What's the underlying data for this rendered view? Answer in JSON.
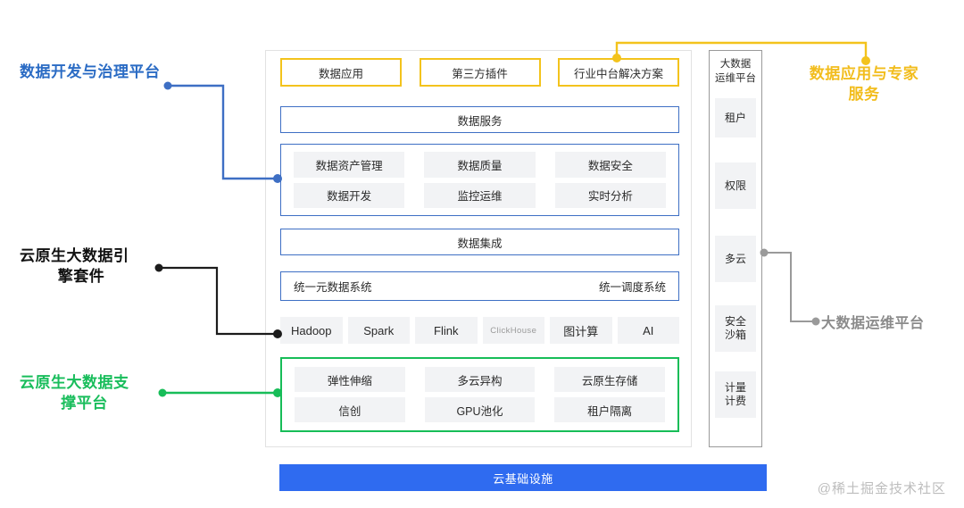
{
  "labels": {
    "dev_gov": "数据开发与治理平台",
    "engine_line1": "云原生大数据引",
    "engine_line2": "擎套件",
    "support_line1": "云原生大数据支",
    "support_line2": "撑平台",
    "apps_line1": "数据应用与专家",
    "apps_line2": "服务",
    "ops": "大数据运维平台"
  },
  "top_row": [
    {
      "label": "数据应用"
    },
    {
      "label": "第三方插件"
    },
    {
      "label": "行业中台解决方案"
    }
  ],
  "bars": {
    "data_service": "数据服务",
    "data_integration": "数据集成",
    "unified_left": "统一元数据系统",
    "unified_right": "统一调度系统"
  },
  "governance": [
    {
      "label": "数据资产管理"
    },
    {
      "label": "数据质量"
    },
    {
      "label": "数据安全"
    },
    {
      "label": "数据开发"
    },
    {
      "label": "监控运维"
    },
    {
      "label": "实时分析"
    }
  ],
  "engines": [
    {
      "label": "Hadoop",
      "muted": false
    },
    {
      "label": "Spark",
      "muted": false
    },
    {
      "label": "Flink",
      "muted": false
    },
    {
      "label": "ClickHouse",
      "muted": true
    },
    {
      "label": "图计算",
      "muted": false
    },
    {
      "label": "AI",
      "muted": false
    }
  ],
  "support": [
    {
      "label": "弹性伸缩"
    },
    {
      "label": "多云异构"
    },
    {
      "label": "云原生存储"
    },
    {
      "label": "信创"
    },
    {
      "label": "GPU池化"
    },
    {
      "label": "租户隔离"
    }
  ],
  "ops_sidebar": {
    "title_line1": "大数据",
    "title_line2": "运维平台",
    "chips": [
      {
        "label": "租户"
      },
      {
        "label": "权限"
      },
      {
        "label": "多云"
      },
      {
        "label": "安全\n沙箱"
      },
      {
        "label": "计量\n计费"
      }
    ]
  },
  "cloud_infra": "云基础设施",
  "watermark": "@稀土掘金技术社区",
  "colors": {
    "blue_accent": "#3e6fc4",
    "yellow_accent": "#f3c31c",
    "green_accent": "#17bd58",
    "gray_accent": "#9a9a9a",
    "black_accent": "#111111",
    "infra_blue": "#2f6bf0",
    "chip_bg": "#f2f3f5"
  }
}
